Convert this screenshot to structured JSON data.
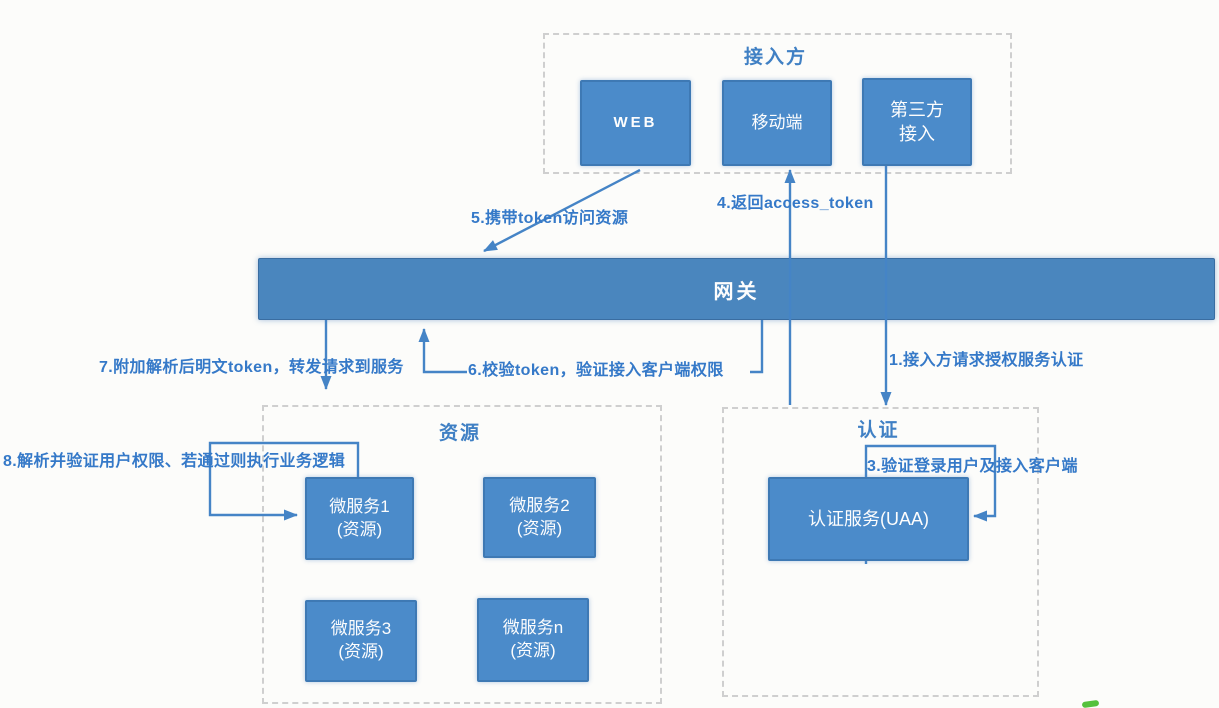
{
  "diagram_title": "OAuth2 gateway authentication architecture",
  "colors": {
    "node_fill": "#4b8bca",
    "node_border": "#3e79b4",
    "gateway_fill": "#4a86be",
    "label_text": "#3579c8",
    "group_title_text": "#4080c4",
    "wire": "#4584c6",
    "dashed_border": "#cfcfcf",
    "node_text": "#fdfdfd",
    "green_artifact": "#55c13c",
    "background": "#fcfcfa"
  },
  "access_party": {
    "title": "接入方",
    "nodes": [
      {
        "label": "WEB"
      },
      {
        "label": "移动端"
      },
      {
        "line1": "第三方",
        "line2": "接入"
      }
    ]
  },
  "gateway": {
    "label": "网关"
  },
  "resource": {
    "title": "资源",
    "services": [
      {
        "line1": "微服务1",
        "line2": "(资源)"
      },
      {
        "line1": "微服务2",
        "line2": "(资源)"
      },
      {
        "line1": "微服务3",
        "line2": "(资源)"
      },
      {
        "line1": "微服务n",
        "line2": "(资源)"
      }
    ]
  },
  "auth": {
    "title": "认证",
    "service_label": "认证服务(UAA)"
  },
  "flows": {
    "f1": "1.接入方请求授权服务认证",
    "f3": "3.验证登录用户及接入客户端",
    "f4": "4.返回access_token",
    "f5": "5.携带token访问资源",
    "f6": "6.校验token，验证接入客户端权限",
    "f7": "7.附加解析后明文token，转发请求到服务",
    "f8": "8.解析并验证用户权限、若通过则执行业务逻辑"
  }
}
